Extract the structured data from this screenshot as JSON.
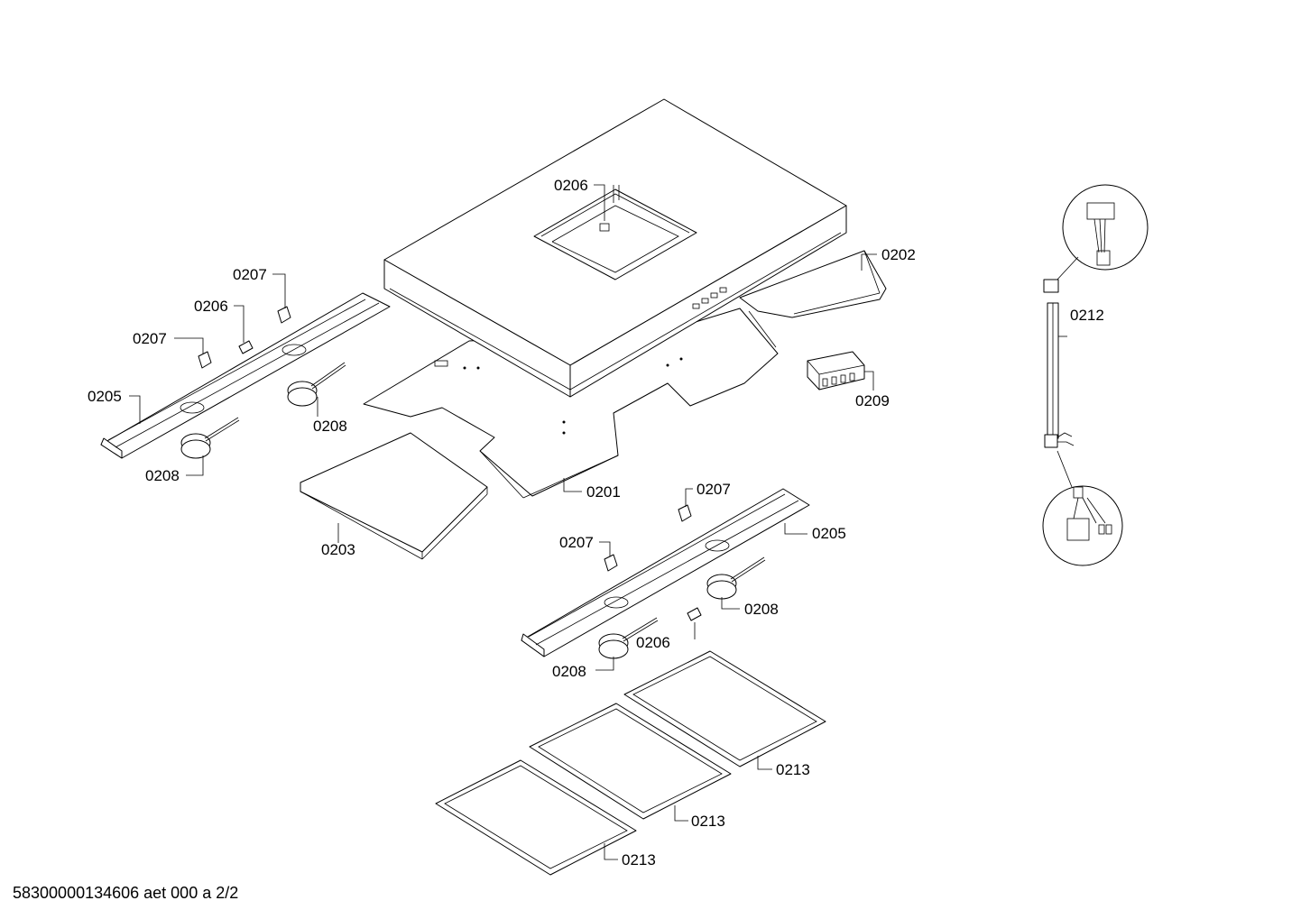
{
  "labels": {
    "hood_top_0206": "0206",
    "bottom_panel_0202": "0202",
    "left_0207_a": "0207",
    "left_0206": "0206",
    "left_0207_b": "0207",
    "left_0205": "0205",
    "left_0208_a": "0208",
    "left_0208_b": "0208",
    "switch_0209": "0209",
    "cable_0212": "0212",
    "panel_0201": "0201",
    "panel_0203": "0203",
    "right_0207_a": "0207",
    "right_0207_b": "0207",
    "right_0205": "0205",
    "right_0208_a": "0208",
    "right_0206": "0206",
    "right_0208_b": "0208",
    "filter_0213_a": "0213",
    "filter_0213_b": "0213",
    "filter_0213_c": "0213"
  },
  "footer": {
    "doc_id": "58300000134606 aet 000 a 2/2"
  }
}
